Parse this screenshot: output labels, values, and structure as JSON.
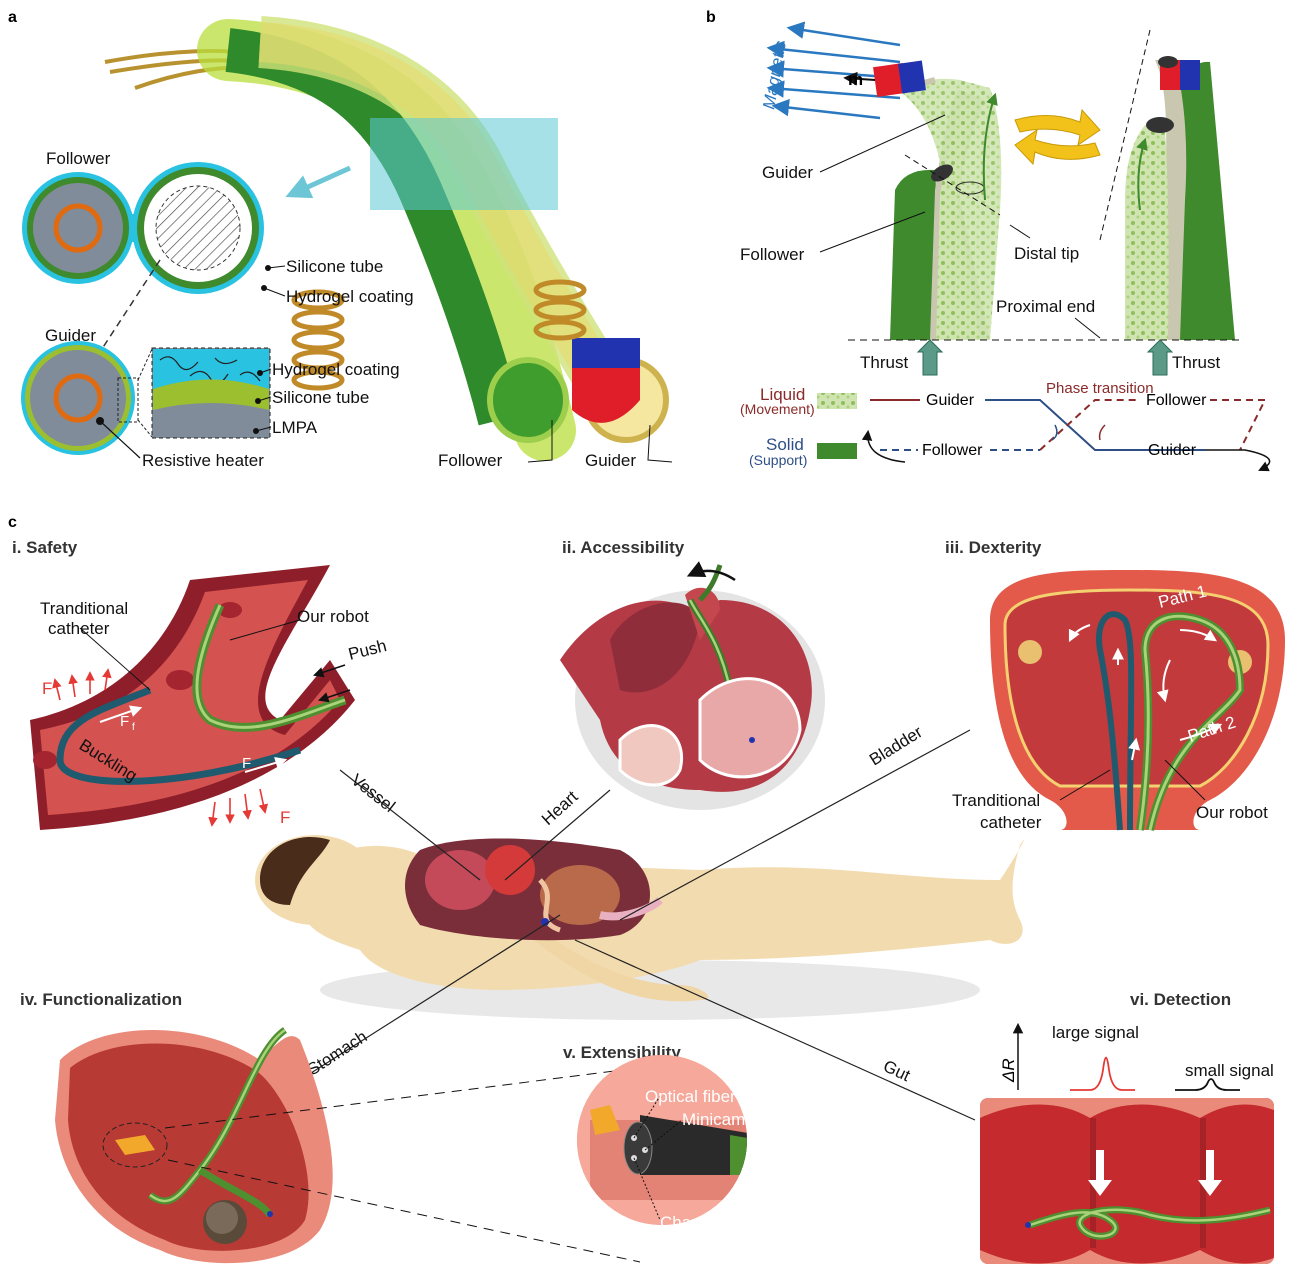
{
  "panels": {
    "a": "a",
    "b": "b",
    "c": "c"
  },
  "panel_a": {
    "follower": "Follower",
    "guider": "Guider",
    "silicone_tube": "Silicone tube",
    "hydrogel_coating": "Hydrogel coating",
    "silicone_tube_2": "Silicone tube",
    "hydrogel_coating_2": "Hydrogel coating",
    "lmpa": "LMPA",
    "resistive_heater": "Resistive heater",
    "follower_3d": "Follower",
    "guider_3d": "Guider"
  },
  "panel_b": {
    "magnetic": "Magnetic",
    "m": "m",
    "guider": "Guider",
    "follower": "Follower",
    "distal_tip": "Distal tip",
    "proximal_end": "Proximal end",
    "thrust_left": "Thrust",
    "thrust_right": "Thrust",
    "liquid": "Liquid",
    "movement": "(Movement)",
    "solid": "Solid",
    "support": "(Support)",
    "phase_transition": "Phase transition",
    "row1_guider": "Guider",
    "row1_follower": "Follower",
    "row2_follower": "Follower",
    "row2_guider": "Guider"
  },
  "panel_c": {
    "safety": "i. Safety",
    "accessibility": "ii. Accessibility",
    "dexterity": "iii. Dexterity",
    "functionalization": "iv. Functionalization",
    "extensibility": "v. Extensibility",
    "detection": "vi. Detection",
    "traditional_catheter": [
      "Tranditional",
      "catheter"
    ],
    "our_robot": "Our robot",
    "push": "Push",
    "f": "F",
    "f2": "F",
    "ff": "F",
    "ff2": "F",
    "ff_sub": "f",
    "buckling": "Buckling",
    "vessel": "Vessel",
    "heart": "Heart",
    "bladder": "Bladder",
    "stomach": "Stomach",
    "gut": "Gut",
    "path1": "Path 1",
    "path2": "Path 2",
    "traditional_catheter_iii": [
      "Tranditional",
      "catheter"
    ],
    "our_robot_iii": "Our robot",
    "optical_fiber": "Optical fiber",
    "minicamera": "Minicamera",
    "channel": "Channel",
    "delta_r": "ΔR",
    "large_signal": "large signal",
    "small_signal": "small signal"
  },
  "colors": {
    "follower_green": "#3e8a2c",
    "guider_light": "#a8cc7a",
    "hydrogel_cyan": "#29c2e0",
    "magnetic_blue": "#2a78c0",
    "liquid_red": "#8b2a2a",
    "solid_blue": "#2d4f86",
    "tissue_red": "#c33a3c",
    "signal_red": "#e53935"
  }
}
